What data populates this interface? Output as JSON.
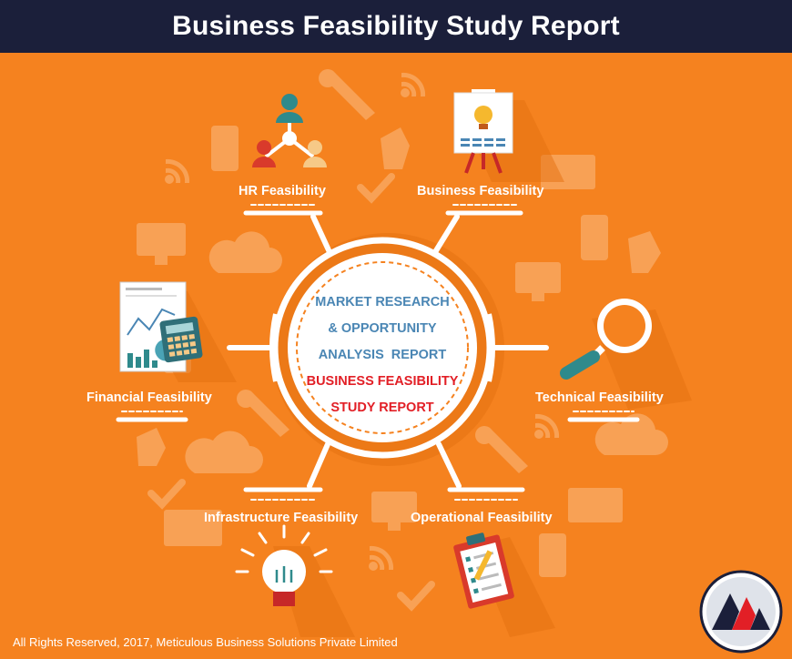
{
  "header": {
    "title": "Business Feasibility Study Report"
  },
  "center": {
    "lines_blue": [
      "MARKET RESEARCH",
      "& OPPORTUNITY",
      "ANALYSIS  REPORT"
    ],
    "lines_red": [
      "BUSINESS FEASIBILITY",
      "STUDY REPORT"
    ]
  },
  "nodes": {
    "hr": "HR Feasibility",
    "business": "Business Feasibility",
    "technical": "Technical Feasibility",
    "operational": "Operational Feasibility",
    "infrastructure": "Infrastructure Feasibility",
    "financial": "Financial Feasibility"
  },
  "footer": {
    "copyright": "All Rights Reserved, 2017, Meticulous Business Solutions Private Limited"
  },
  "colors": {
    "background": "#f5821f",
    "header": "#1b1f3a",
    "blue_text": "#4a86b4",
    "red_text": "#e21f26"
  }
}
